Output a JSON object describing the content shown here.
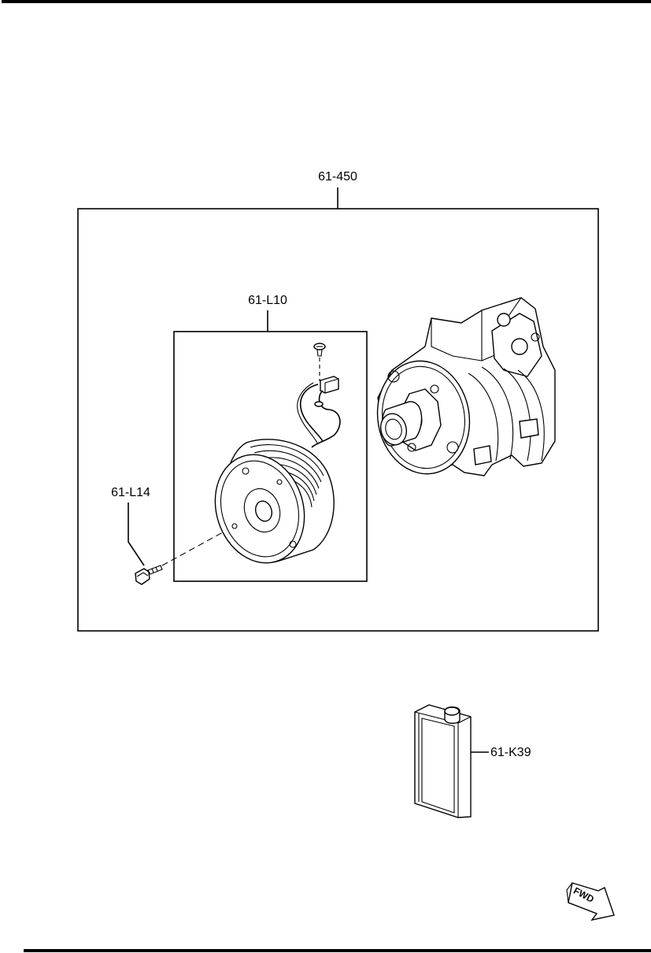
{
  "callouts": {
    "assembly": "61-450",
    "clutch_kit": "61-L10",
    "bolt": "61-L14",
    "oil_can": "61-K39"
  },
  "fwd_symbol": {
    "text": "FWD",
    "icon": "fwd-arrow-icon"
  }
}
